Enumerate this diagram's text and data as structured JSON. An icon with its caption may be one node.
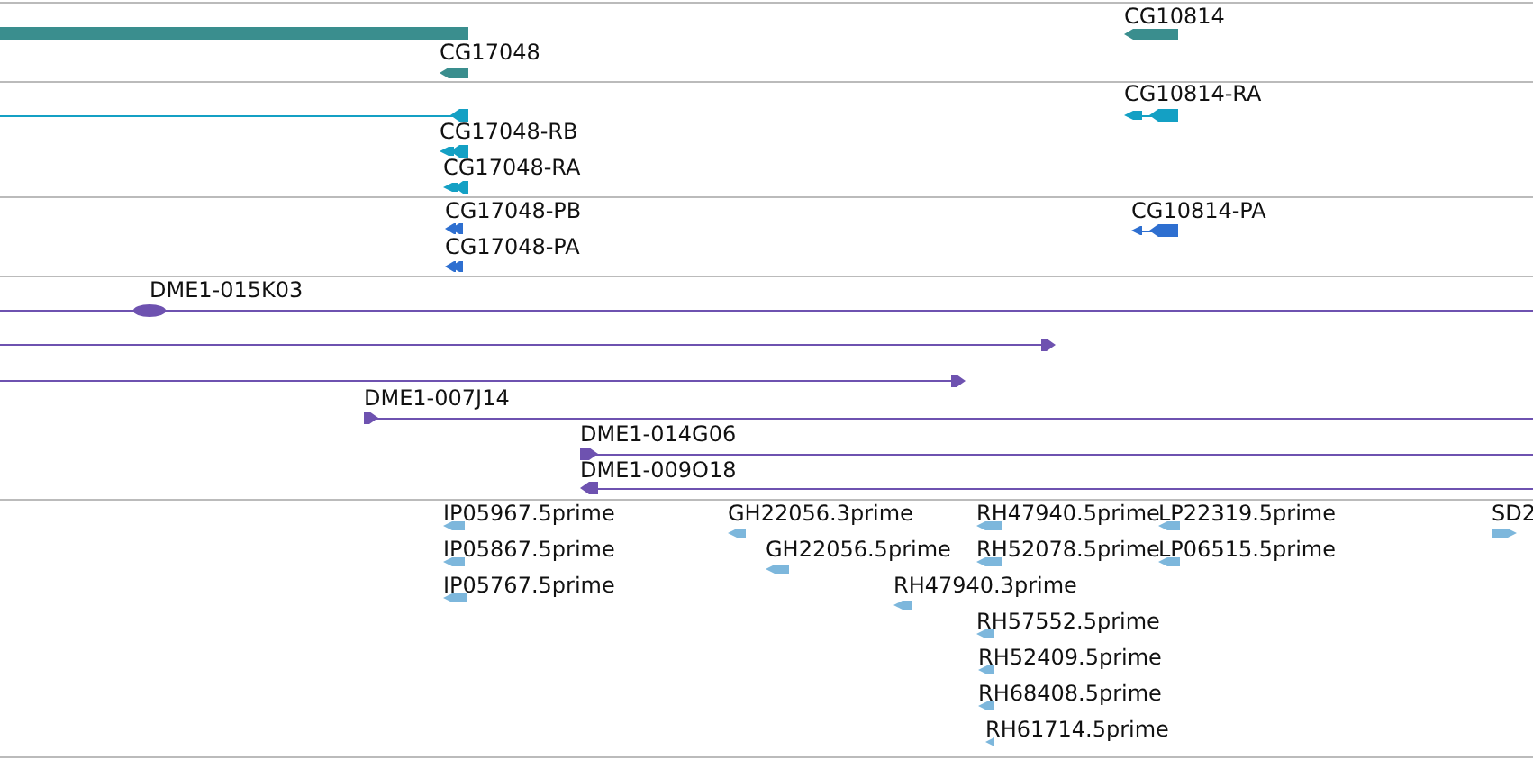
{
  "diagram": {
    "labels": [
      "CG10814",
      "CG17048",
      "CG10814-RA",
      "CG17048-RB",
      "CG17048-RA",
      "CG17048-PB",
      "CG10814-PA",
      "CG17048-PA",
      "DME1-015K03",
      "DME1-007J14",
      "DME1-014G06",
      "DME1-009O18",
      "IP05967.5prime",
      "GH22056.3prime",
      "RH47940.5prime",
      "LP22319.5prime",
      "SD2",
      "IP05867.5prime",
      "GH22056.5prime",
      "RH52078.5prime",
      "LP06515.5prime",
      "IP05767.5prime",
      "RH47940.3prime",
      "RH57552.5prime",
      "RH52409.5prime",
      "RH68408.5prime",
      "RH61714.5prime"
    ]
  }
}
